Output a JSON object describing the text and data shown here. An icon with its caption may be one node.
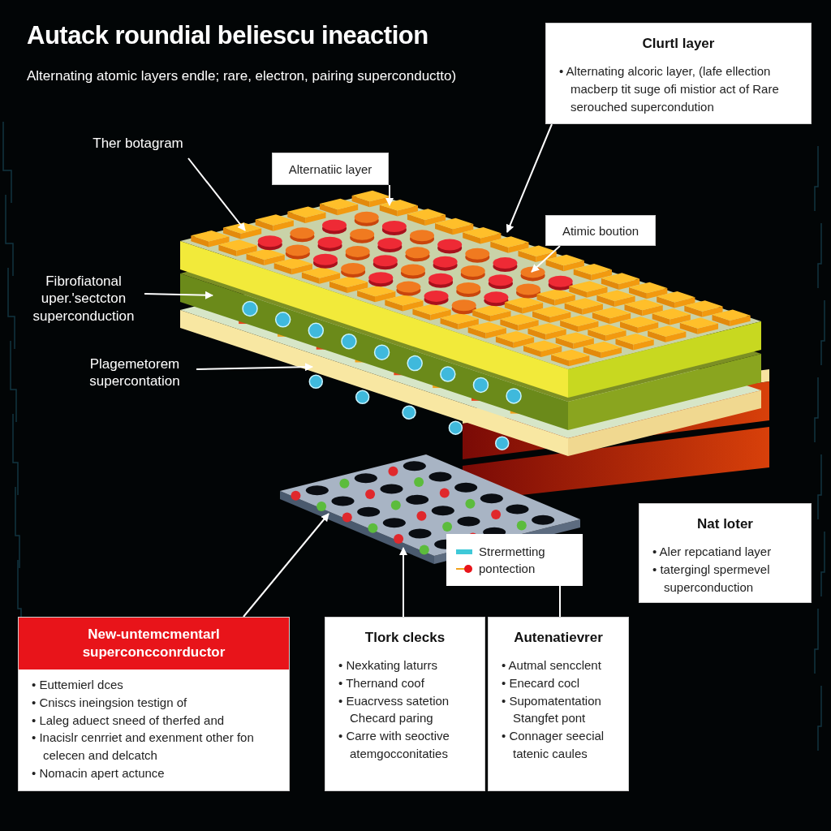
{
  "diagram": {
    "title": "Autack roundial beliescu ineaction",
    "nodes": [
      {
        "text": [
          "Clurtl layer",
          "• Alternating alcoric layer, (lafe ellection macberp tit suge ofi mistior act of Rare serouched supercondution"
        ]
      },
      {
        "text": [
          "Ther botagram"
        ]
      },
      {
        "text": [
          "Alternatiic layer"
        ]
      },
      {
        "text": [
          "Atimic boution"
        ]
      },
      {
        "text": [
          "Fibrofiatonal uper.'sectcton superconduction"
        ]
      },
      {
        "text": [
          "Plagemetorem supercontation"
        ]
      },
      {
        "text": [],
        "shape": "picture"
      },
      {
        "text": [],
        "shape": "picture"
      },
      {
        "text": [
          "Nat loter",
          "• Aler repcatiand layer",
          "• tatergingl spermevel superconduction"
        ]
      },
      {
        "text": [
          "New-untemcmentarl superconcconrductor",
          "• Euttemierl dces",
          "• Cniscs ineingsion testign of",
          "• Laleg aduect sneed of therfed and",
          "• Inacislr cenrriet and exenment other fon celecen and delcatch",
          "• Nomacin apert actunce"
        ]
      },
      {
        "text": [
          "Tlork clecks",
          "• Nexkating laturrs",
          "• Thernand coof",
          "• Euacrvess satetion Checard paring",
          "• Carre with seoctive atemgocconitaties"
        ]
      },
      {
        "text": [
          "Autenatievrer",
          "• Autmal sencclent",
          "• Enecard cocl",
          "• Supomatentation Stangfet pont",
          "• Connager seecial tatenic caules"
        ]
      }
    ],
    "edges": [
      {
        "from": 0,
        "to": 6,
        "arrow": "to"
      },
      {
        "from": 1,
        "to": 6,
        "arrow": "to"
      },
      {
        "from": 2,
        "to": 6,
        "arrow": "to"
      },
      {
        "from": 3,
        "to": 6,
        "arrow": "to"
      },
      {
        "from": 4,
        "to": 6,
        "arrow": "to"
      },
      {
        "from": 5,
        "to": 6,
        "arrow": "to"
      },
      {
        "from": 9,
        "to": 7,
        "arrow": "to"
      },
      {
        "from": 10,
        "to": 7,
        "arrow": "to"
      },
      {
        "from": 11,
        "to": null,
        "arrow": "none"
      }
    ],
    "labels": [
      "Alternating atomic layers endle; rare, electron, pairing superconductto)"
    ],
    "legend": [
      {
        "text": "Strermetting"
      },
      {
        "text": "pontection"
      }
    ]
  }
}
